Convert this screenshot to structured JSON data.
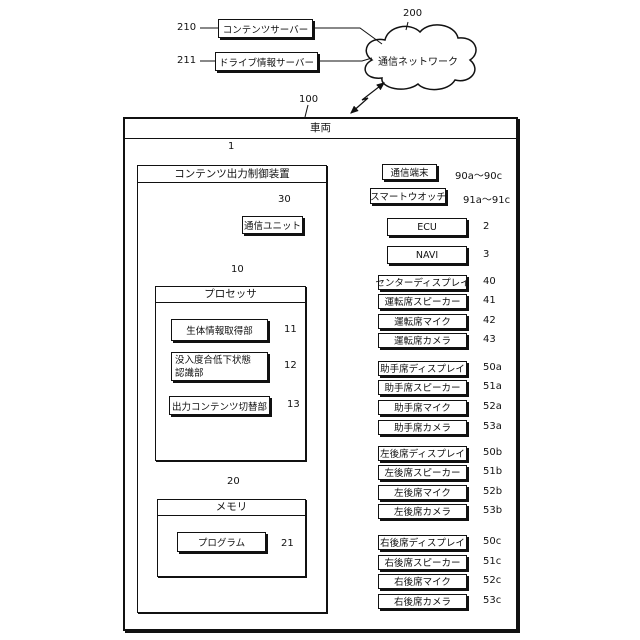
{
  "network": {
    "cloud_label": "通信ネットワーク",
    "cloud_ref": "200",
    "servers": [
      {
        "label": "コンテンツサーバー",
        "ref": "210"
      },
      {
        "label": "ドライブ情報サーバー",
        "ref": "211"
      }
    ]
  },
  "vehicle": {
    "ref": "100",
    "title": "車両",
    "device": {
      "ref": "1",
      "title": "コンテンツ出力制御装置",
      "comm_unit": {
        "label": "通信ユニット",
        "ref": "30"
      },
      "processor": {
        "ref": "10",
        "title": "プロセッサ",
        "units": [
          {
            "label": "生体情報取得部",
            "ref": "11"
          },
          {
            "label": "没入度合低下状態\n認識部",
            "label_line1": "没入度合低下状態",
            "label_line2": "認識部",
            "ref": "12"
          },
          {
            "label": "出力コンテンツ切替部",
            "ref": "13"
          }
        ]
      },
      "memory": {
        "ref": "20",
        "title": "メモリ",
        "program": {
          "label": "プログラム",
          "ref": "21"
        }
      }
    },
    "wireless_devices": [
      {
        "label": "通信端末",
        "ref": "90a～90c"
      },
      {
        "label": "スマートウオッチ",
        "ref": "91a～91c"
      }
    ],
    "peripherals": [
      {
        "label": "ECU",
        "ref": "2",
        "arrow": "both"
      },
      {
        "label": "NAVI",
        "ref": "3",
        "arrow": "both"
      },
      {
        "label": "センターディスプレイ",
        "ref": "40",
        "arrow": "both"
      },
      {
        "label": "運転席スピーカー",
        "ref": "41",
        "arrow": "out"
      },
      {
        "label": "運転席マイク",
        "ref": "42",
        "arrow": "in"
      },
      {
        "label": "運転席カメラ",
        "ref": "43",
        "arrow": "in"
      },
      {
        "label": "助手席ディスプレイ",
        "ref": "50a",
        "arrow": "both"
      },
      {
        "label": "助手席スピーカー",
        "ref": "51a",
        "arrow": "out"
      },
      {
        "label": "助手席マイク",
        "ref": "52a",
        "arrow": "in"
      },
      {
        "label": "助手席カメラ",
        "ref": "53a",
        "arrow": "in"
      },
      {
        "label": "左後席ディスプレイ",
        "ref": "50b",
        "arrow": "both"
      },
      {
        "label": "左後席スピーカー",
        "ref": "51b",
        "arrow": "out"
      },
      {
        "label": "左後席マイク",
        "ref": "52b",
        "arrow": "in"
      },
      {
        "label": "左後席カメラ",
        "ref": "53b",
        "arrow": "in"
      },
      {
        "label": "右後席ディスプレイ",
        "ref": "50c",
        "arrow": "both"
      },
      {
        "label": "右後席スピーカー",
        "ref": "51c",
        "arrow": "out"
      },
      {
        "label": "右後席マイク",
        "ref": "52c",
        "arrow": "in"
      },
      {
        "label": "右後席カメラ",
        "ref": "53c",
        "arrow": "in"
      }
    ]
  }
}
